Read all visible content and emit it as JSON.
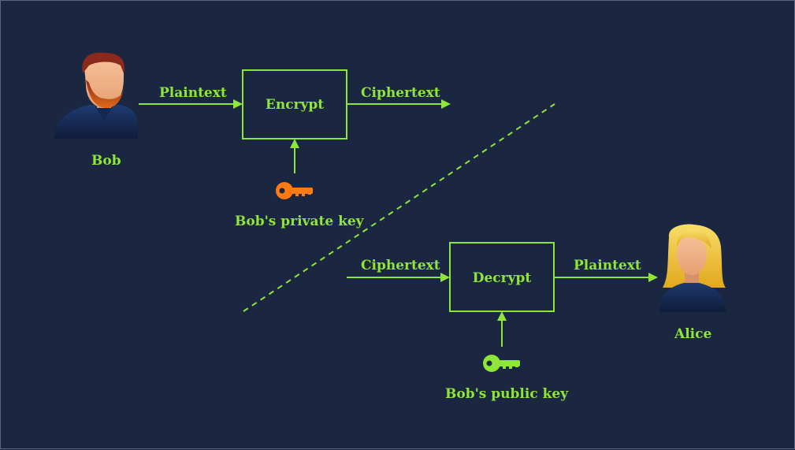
{
  "colors": {
    "background": "#1b2641",
    "accent": "#8ee63a",
    "private_key": "#ff7a12",
    "public_key": "#8ee63a"
  },
  "encrypt_flow": {
    "sender": "Bob",
    "input_label": "Plaintext",
    "process_label": "Encrypt",
    "output_label": "Ciphertext",
    "key_label": "Bob's private key",
    "key_icon": "key-icon"
  },
  "decrypt_flow": {
    "recipient": "Alice",
    "input_label": "Ciphertext",
    "process_label": "Decrypt",
    "output_label": "Plaintext",
    "key_label": "Bob's public key",
    "key_icon": "key-icon"
  },
  "icons": {
    "sender_avatar": "man-avatar-icon",
    "recipient_avatar": "woman-avatar-icon"
  }
}
